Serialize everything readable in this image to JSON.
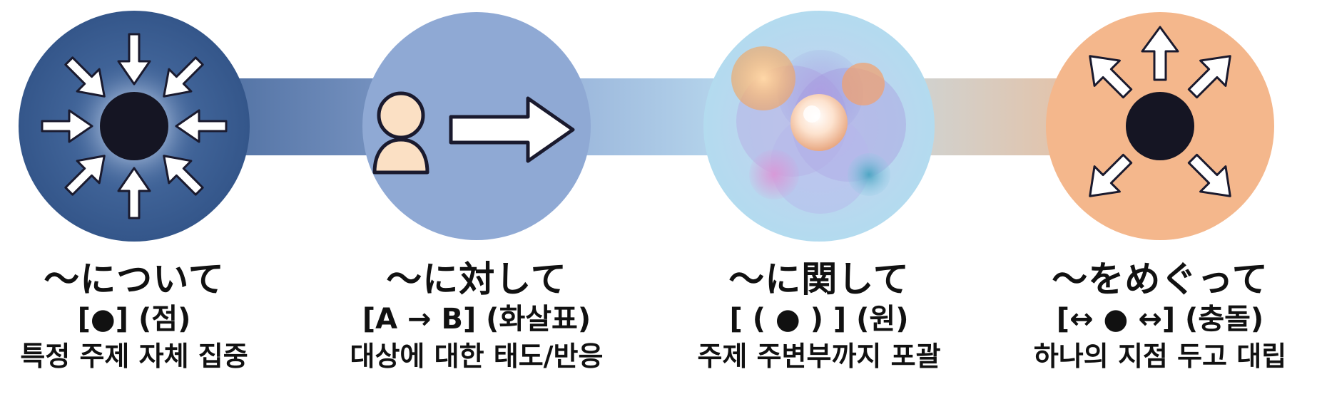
{
  "items": [
    {
      "title": "～について",
      "symbol": "[●] (점)",
      "description": "특정 주제 자체 집중",
      "color": "#3d5f93"
    },
    {
      "title": "～に対して",
      "symbol": "[A → B] (화살표)",
      "description": "대상에 대한 태도/반응",
      "color": "#8fa9d4"
    },
    {
      "title": "～に関して",
      "symbol": "[ ( ● ) ] (원)",
      "description": "주제 주변부까지 포괄",
      "color": "#b9dcef"
    },
    {
      "title": "～をめぐって",
      "symbol": "[↔ ● ↔] (충돌)",
      "description": "하나의 지점 두고 대립",
      "color": "#f4b78c"
    }
  ],
  "icons": [
    "converging-arrows-icon",
    "person-arrow-icon",
    "bubbles-icon",
    "diverging-arrows-icon"
  ]
}
